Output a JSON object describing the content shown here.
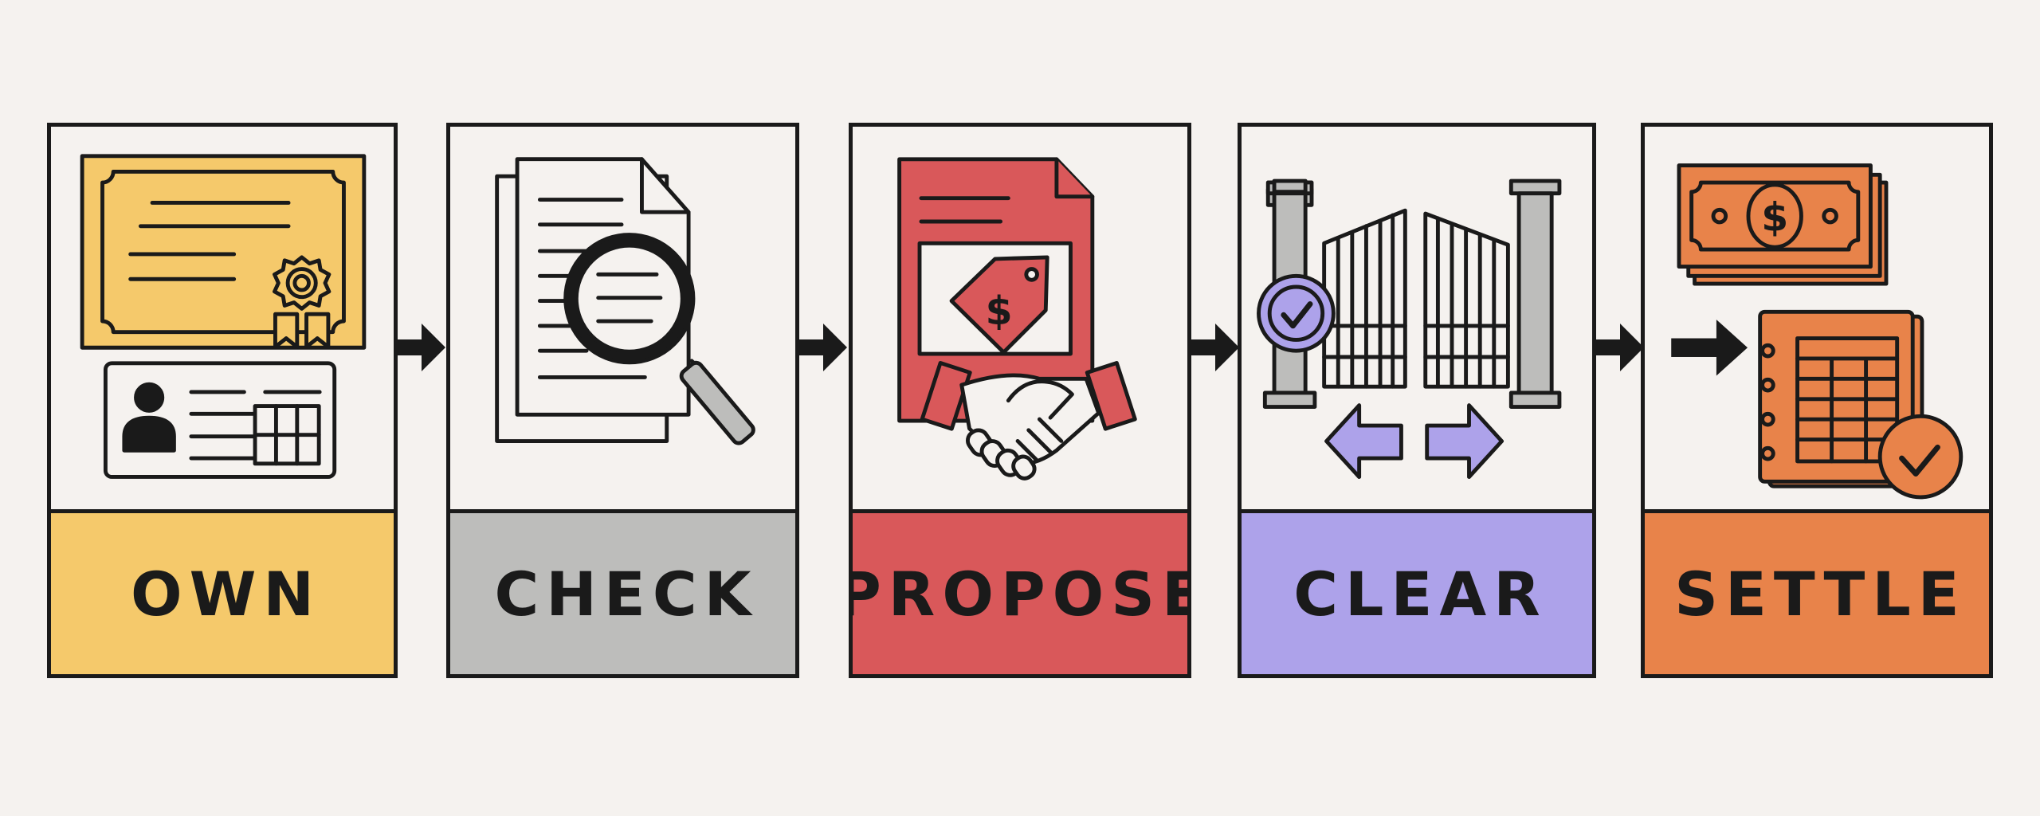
{
  "steps": [
    {
      "id": "own",
      "label": "OWN",
      "color": "#f5c96b",
      "icon": "certificate-and-id-card"
    },
    {
      "id": "check",
      "label": "CHECK",
      "color": "#bdbdbb",
      "icon": "document-magnifier"
    },
    {
      "id": "propose",
      "label": "PROPOSE",
      "color": "#d9585a",
      "icon": "offer-handshake"
    },
    {
      "id": "clear",
      "label": "CLEAR",
      "color": "#ada2ea",
      "icon": "open-gate-checkmark"
    },
    {
      "id": "settle",
      "label": "SETTLE",
      "color": "#e8834a",
      "icon": "money-and-ledger"
    }
  ],
  "colors": {
    "background": "#f5f2ef",
    "ink": "#1a1a1a",
    "gray": "#bdbdbb",
    "white": "#f5f2ef"
  },
  "connector": {
    "icon": "arrow-right-icon"
  }
}
